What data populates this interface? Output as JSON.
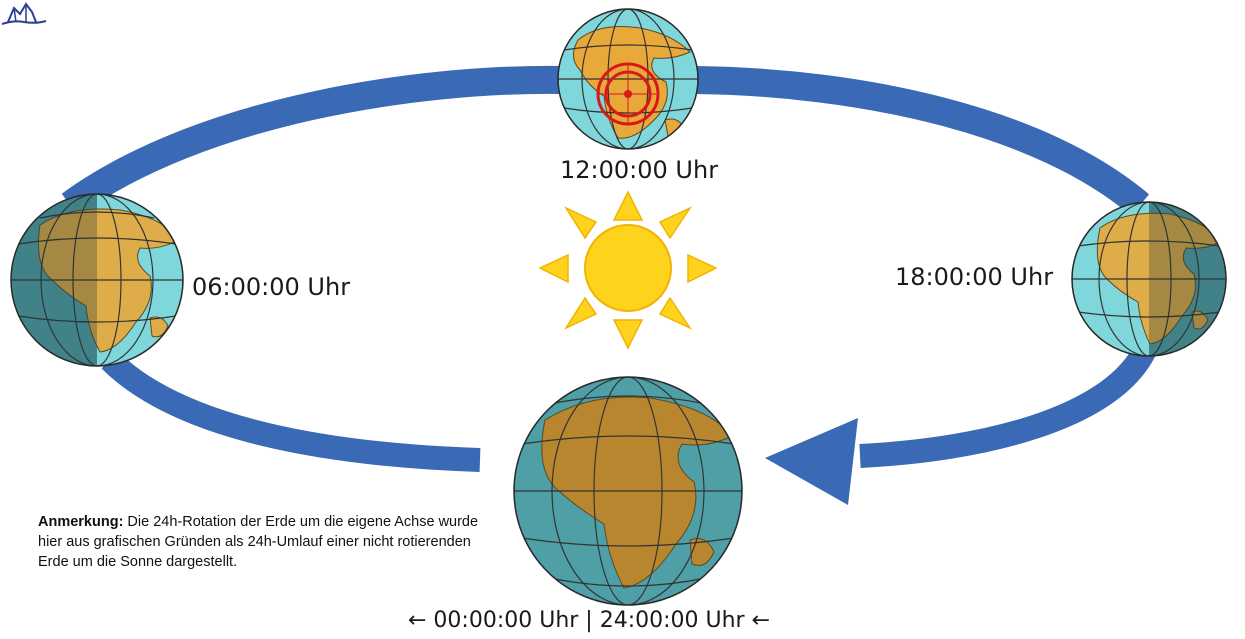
{
  "colors": {
    "orbit": "#3a6ab5",
    "ocean_day": "#7fd7dc",
    "land_day": "#e9a83a",
    "ocean_night": "#4f9fa6",
    "land_night": "#b8862f",
    "grid": "#333333",
    "sun_core": "#ffd21e",
    "sun_ray": "#ffd21e",
    "sun_edge": "#f0b400",
    "marker": "#d81919"
  },
  "labels": {
    "noon": "12:00:00 Uhr",
    "morning": "06:00:00 Uhr",
    "evening": "18:00:00 Uhr",
    "midnight": "← 00:00:00 Uhr | 24:00:00 Uhr ←"
  },
  "note": {
    "title": "Anmerkung:",
    "text": " Die 24h-Rotation der Erde um die eigene Achse wurde  hier aus grafischen Gründen als 24h-Umlauf einer nicht rotierenden  Erde um die Sonne dargestellt."
  }
}
